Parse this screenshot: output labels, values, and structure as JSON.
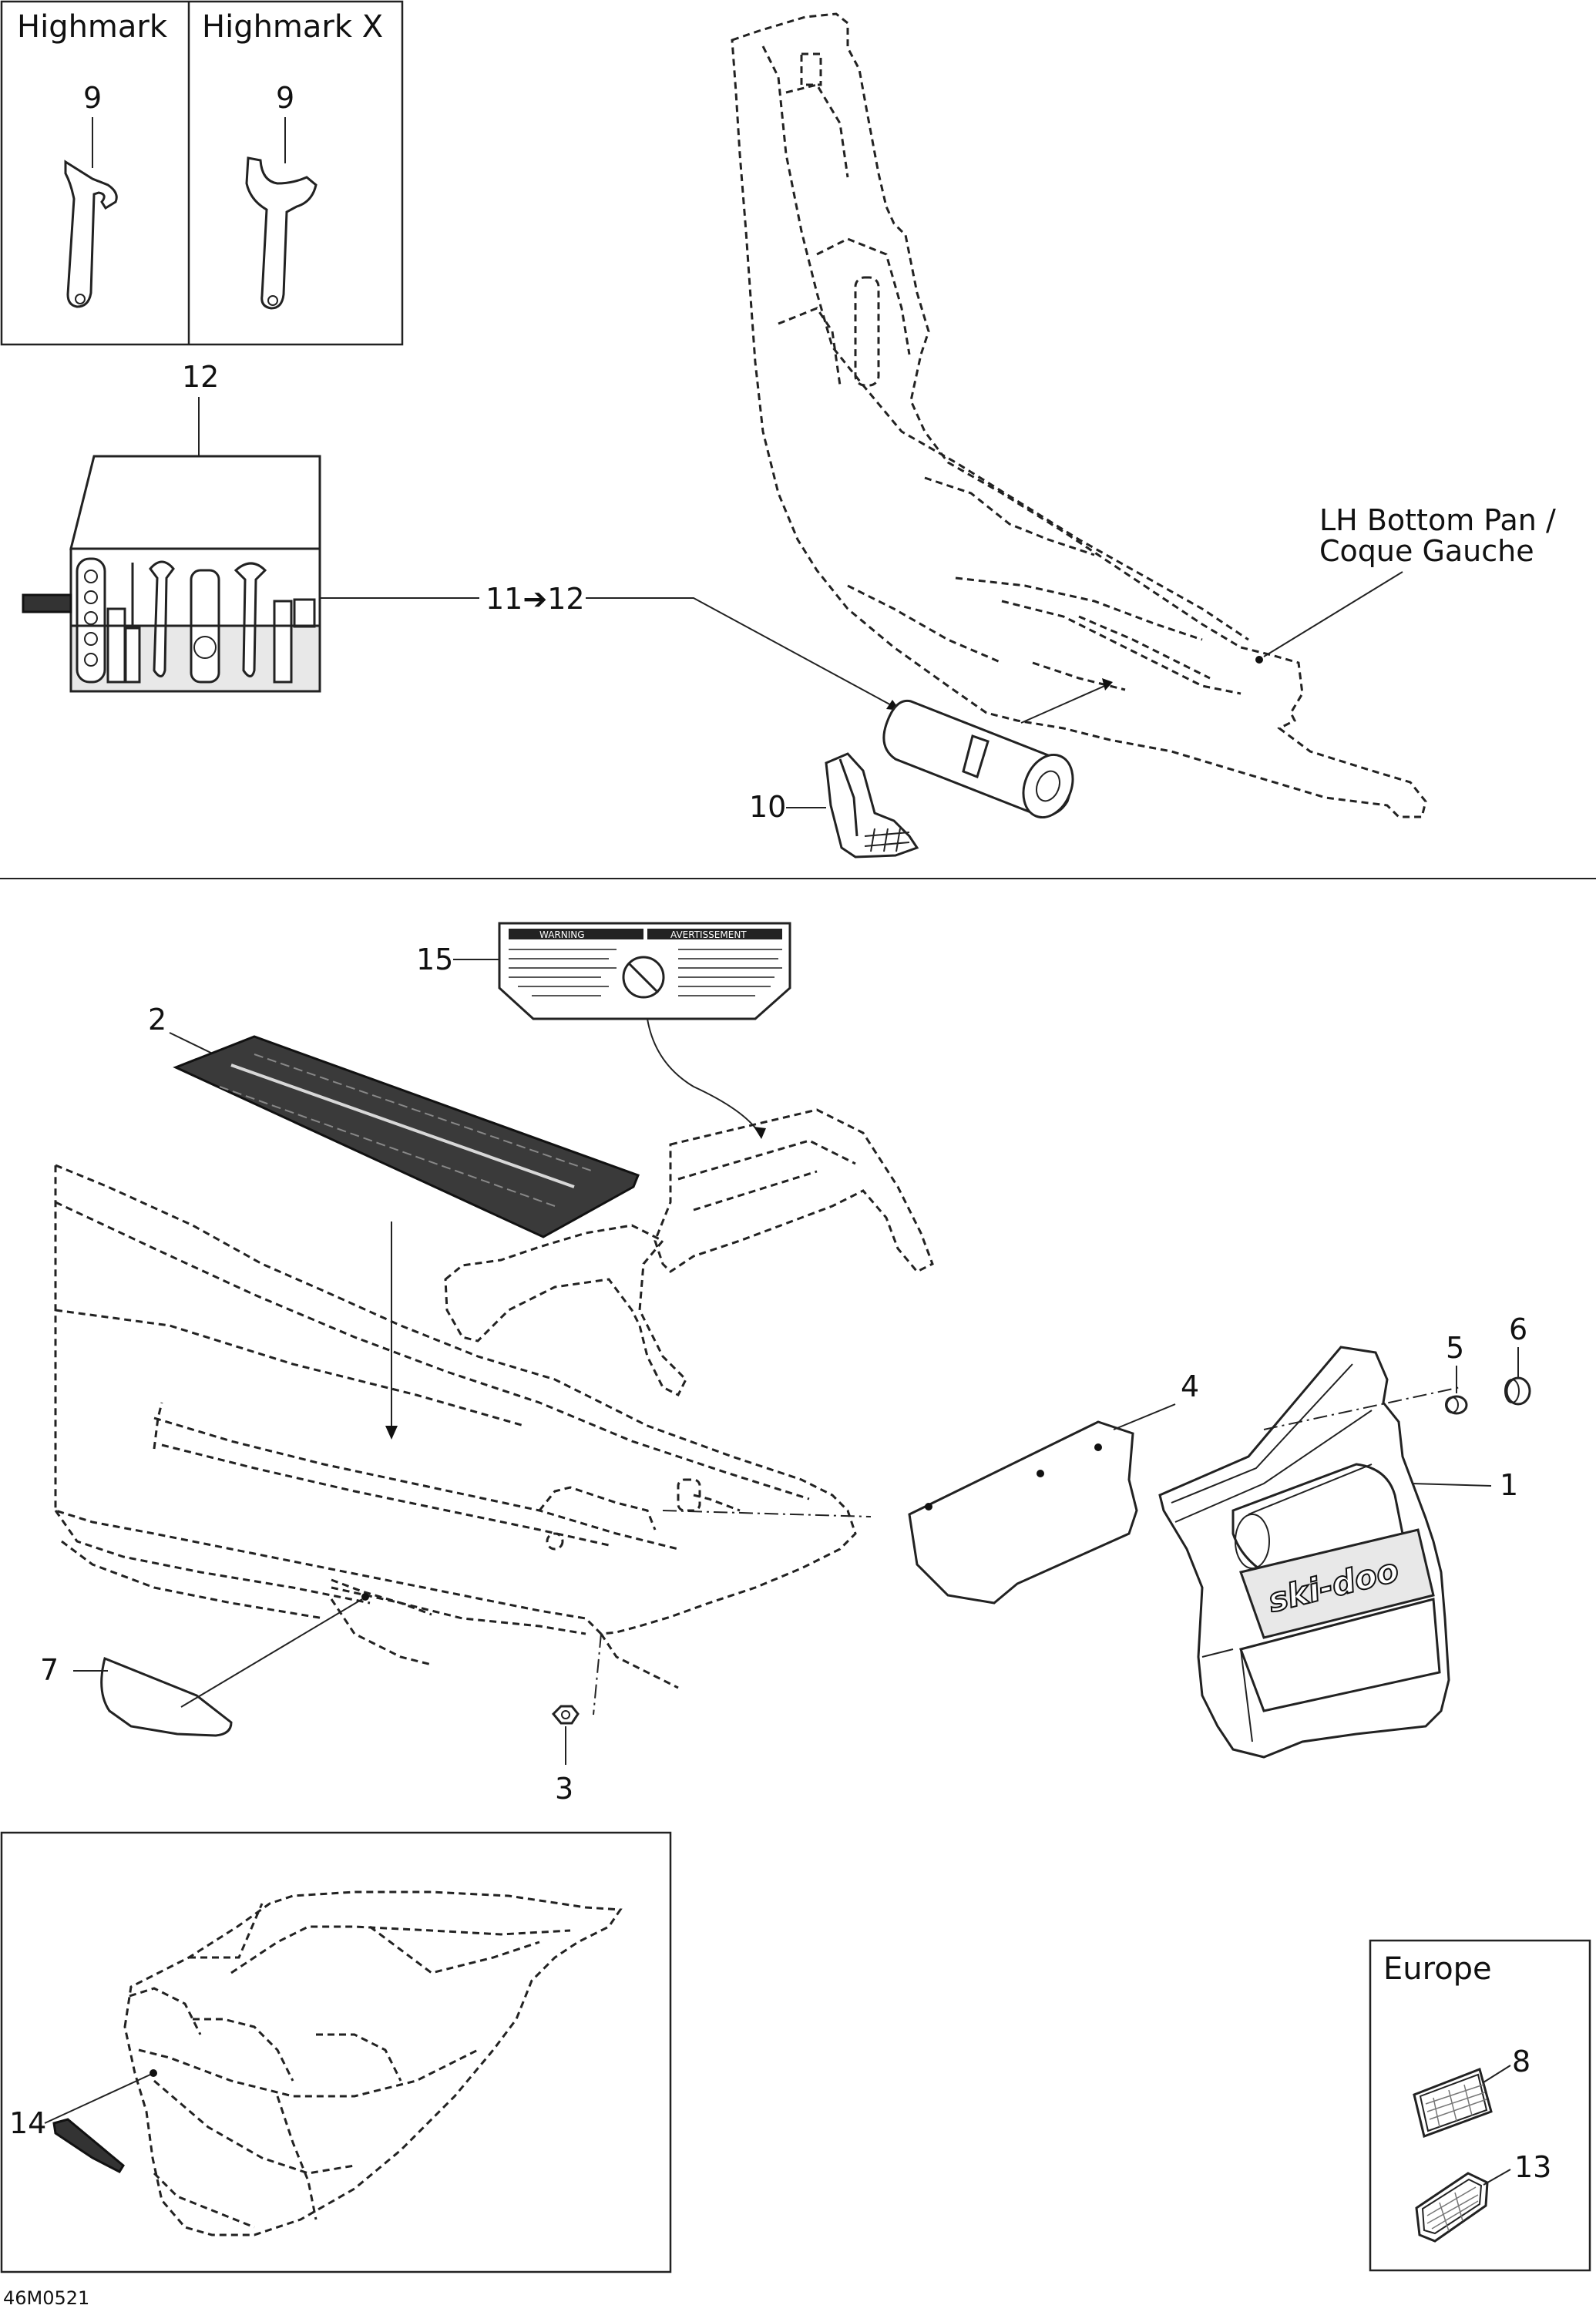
{
  "diagram": {
    "boxes": {
      "highmark": "Highmark",
      "highmark_x": "Highmark X",
      "europe": "Europe"
    },
    "note": {
      "line1": "LH Bottom Pan /",
      "line2": "Coque Gauche"
    },
    "callouts": {
      "c1": "1",
      "c2": "2",
      "c3": "3",
      "c4": "4",
      "c5": "5",
      "c6": "6",
      "c7": "7",
      "c8": "8",
      "c9a": "9",
      "c9b": "9",
      "c10": "10",
      "c11_12": "11➔12",
      "c12": "12",
      "c13": "13",
      "c14": "14",
      "c15": "15"
    },
    "reference": "46M0521",
    "decal_brand": "ski-doo",
    "warning_label": {
      "en": "WARNING",
      "fr": "AVERTISSEMENT"
    }
  }
}
